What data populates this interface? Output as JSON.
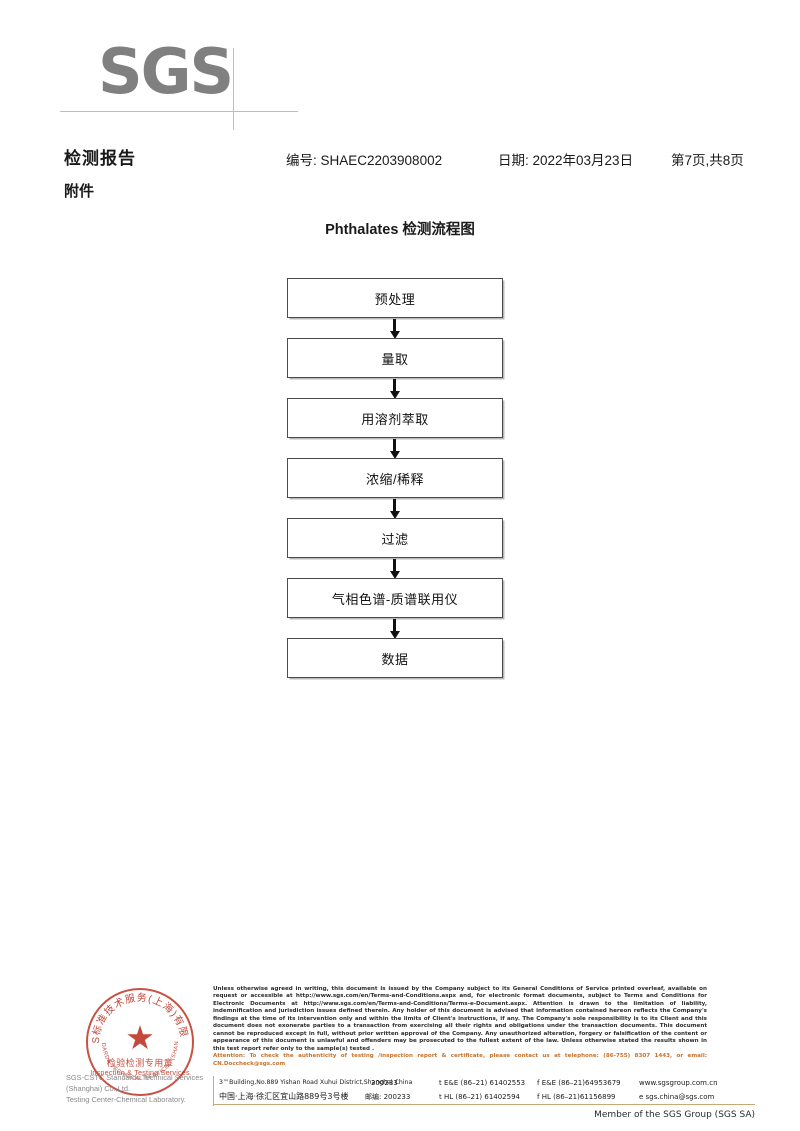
{
  "brand": {
    "logo_text": "SGS"
  },
  "header": {
    "doc_title": "检测报告",
    "report_no": "编号: SHAEC2203908002",
    "date": "日期: 2022年03月23日",
    "page": "第7页,共8页",
    "attachment_label": "附件"
  },
  "flowchart": {
    "title": "Phthalates 检测流程图",
    "steps": [
      {
        "label": "预处理"
      },
      {
        "label": "量取"
      },
      {
        "label": "用溶剂萃取"
      },
      {
        "label": "浓缩/稀释"
      },
      {
        "label": "过滤"
      },
      {
        "label": "气相色谱-质谱联用仪"
      },
      {
        "label": "数据"
      }
    ]
  },
  "seal": {
    "company_cn": "SGS标准技术服务(上海)有限公司",
    "company_en": "SGS-CSTC STANDARDS TECHNICAL SERVICES (SHANGHAI) CO., LTD.",
    "purpose_cn": "检验检测专用章",
    "purpose_en": "Inspection & Testing Services",
    "star_glyph": "★"
  },
  "lab": {
    "line1": "SGS-CSTC Standards Technical Services (Shanghai) Co.,Ltd.",
    "line2": "Testing Center-Chemical Laboratory."
  },
  "legal": {
    "paragraph": "Unless otherwise agreed in writing, this document is issued by the Company subject to its General Conditions of Service printed overleaf, available on request or accessible at http://www.sgs.com/en/Terms-and-Conditions.aspx and, for electronic format documents, subject to Terms and Conditions for Electronic Documents at http://www.sgs.com/en/Terms-and-Conditions/Terms-e-Document.aspx. Attention is drawn to the limitation of liability, indemnification and jurisdiction issues defined therein. Any holder of this document is advised that information contained hereon reflects the Company's findings at the time of its intervention only and within the limits of Client's instructions, if any. The Company's sole responsibility is to its Client and this document does not exonerate parties to a transaction from exercising all their rights and obligations under the transaction documents. This document cannot be reproduced except in full, without prior written approval of the Company. Any unauthorized alteration, forgery or falsification of the content or appearance of this document is unlawful and offenders may be prosecuted to the fullest extent of the law. Unless otherwise stated the results shown in this test report refer only to the sample(s) tested .",
    "attention": "Attention: To check the authenticity of testing /inspection report & certificate, please contact us at telephone: (86-755) 8307 1443, or email: CN.Doccheck@sgs.com",
    "attention_color": "#c8702a"
  },
  "address": {
    "row_en": {
      "address": "3™Building,No.889 Yishan Road Xuhui District,Shanghai China",
      "zip": "200233",
      "tel1": "t E&E (86–21) 61402553",
      "tel2": "f E&E (86–21)64953679",
      "web": "www.sgsgroup.com.cn"
    },
    "row_cn": {
      "address": "中国·上海·徐汇区宜山路889号3号楼",
      "zip": "邮编: 200233",
      "tel1": "t HL (86–21) 61402594",
      "tel2": "f HL (86–21)61156899",
      "web": "e  sgs.china@sgs.com"
    }
  },
  "footer": {
    "group_member": "Member of the SGS Group (SGS SA)"
  },
  "colors": {
    "rule_tan": "#c8a878",
    "seal_red": "#c0392b",
    "logo_grey": "#808080"
  }
}
